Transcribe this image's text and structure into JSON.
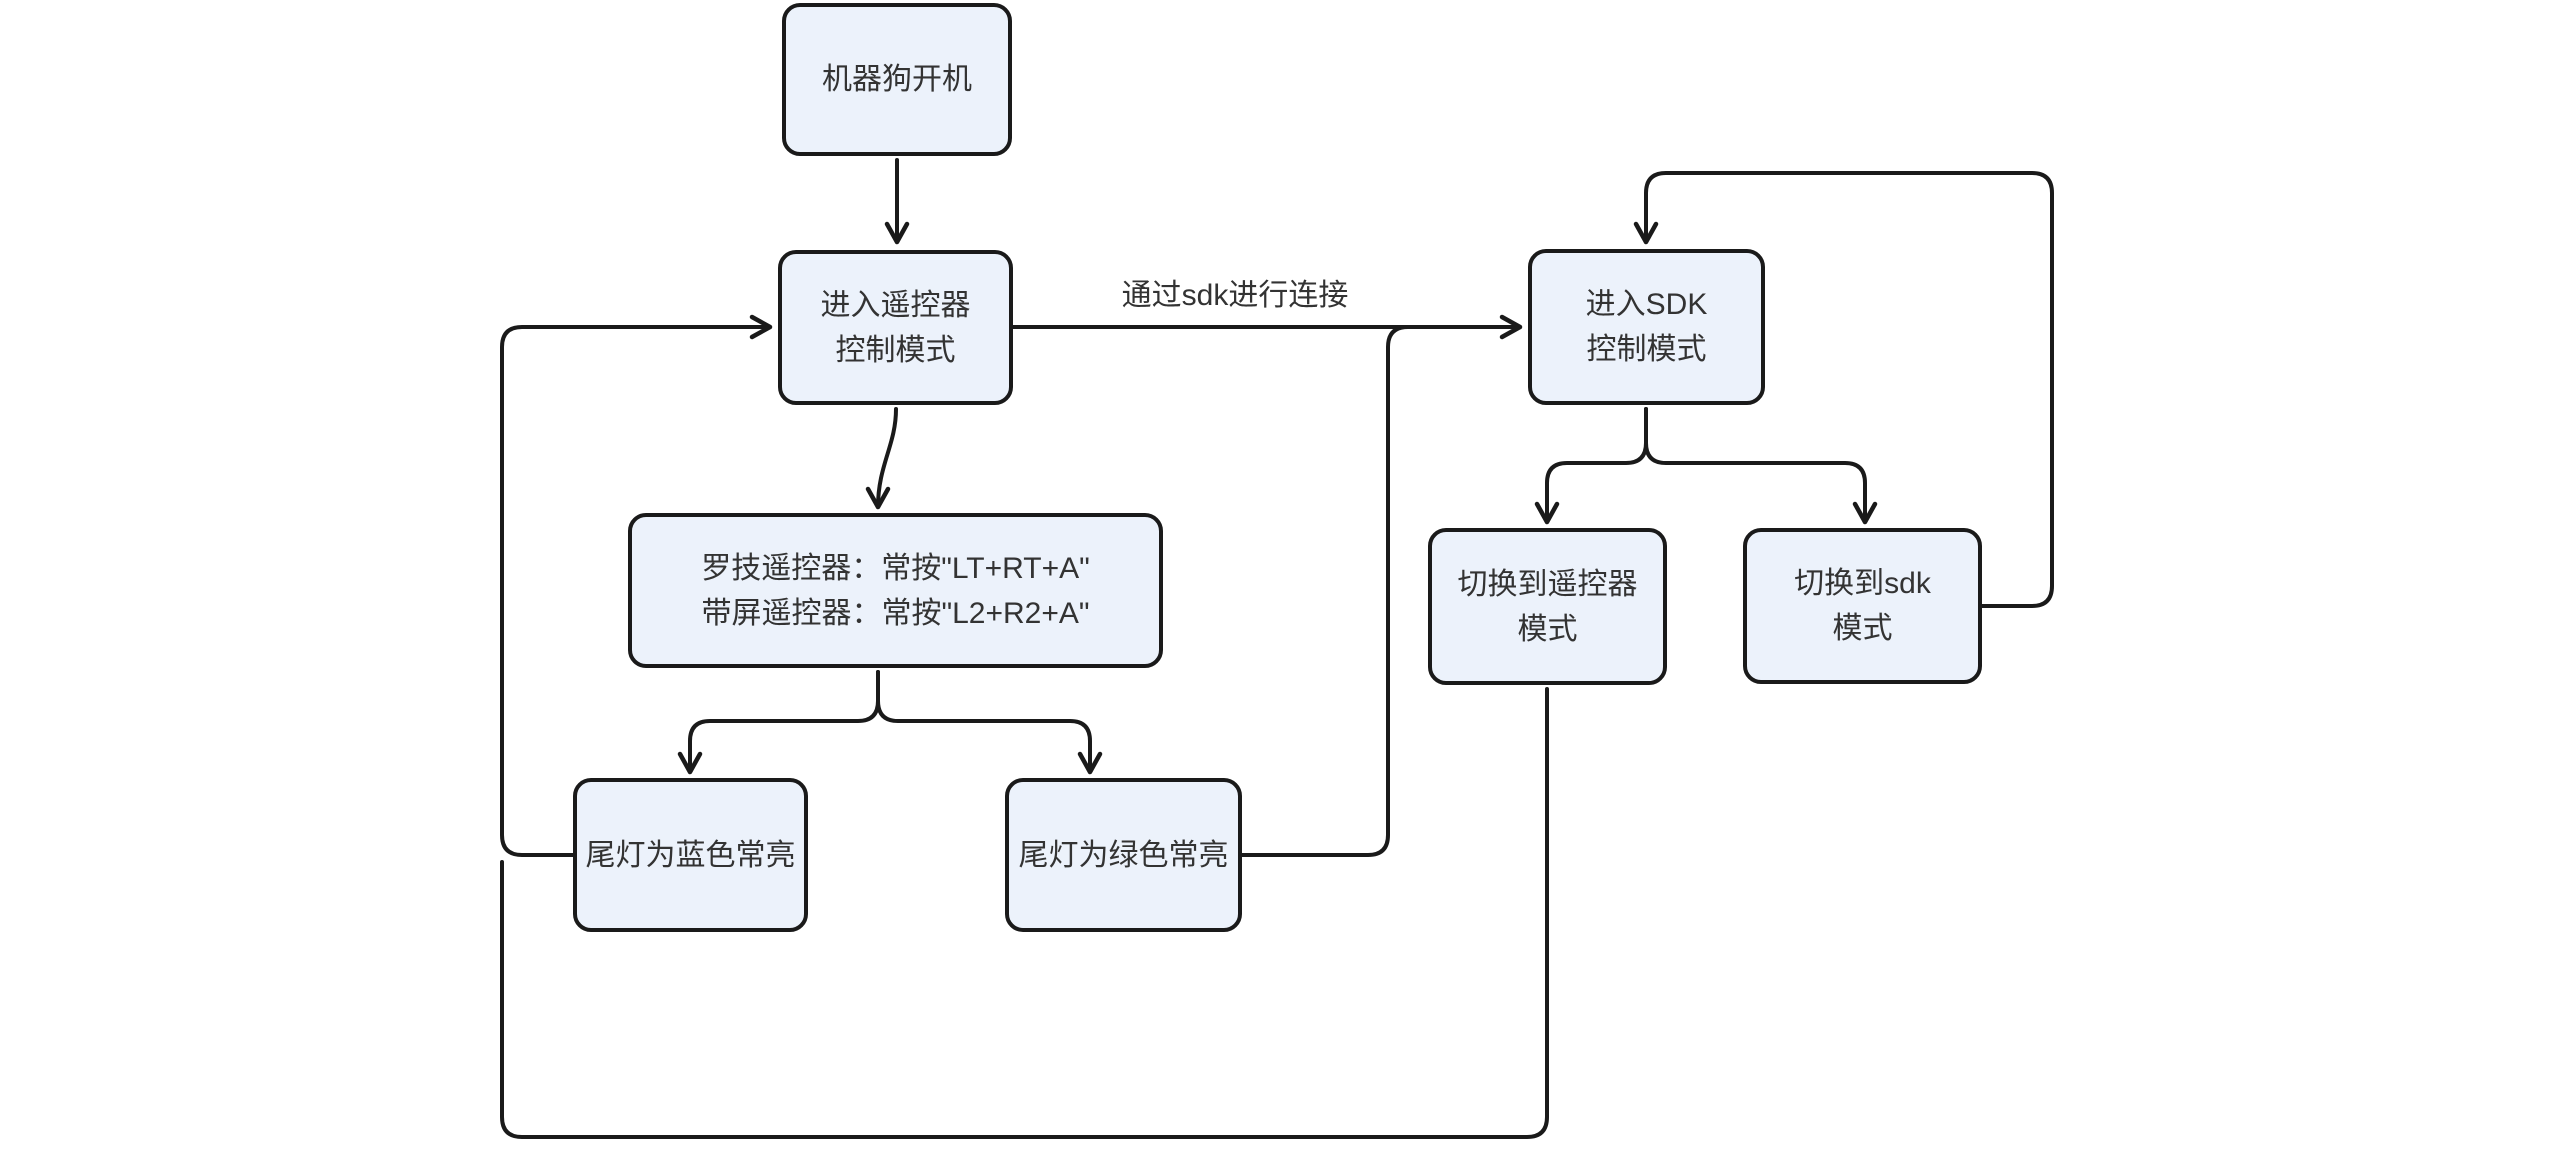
{
  "diagram": {
    "type": "flowchart",
    "background_color": "#ffffff",
    "node_fill_color": "#ecf2fb",
    "node_border_color": "#1a1a1a",
    "text_color": "#333333",
    "nodes": {
      "power_on": {
        "label": "机器狗开机"
      },
      "rc_mode": {
        "line1": "进入遥控器",
        "line2": "控制模式"
      },
      "sdk_mode": {
        "line1": "进入SDK",
        "line2": "控制模式"
      },
      "hold_buttons": {
        "line1": "罗技遥控器：常按\"LT+RT+A\"",
        "line2": "带屏遥控器：常按\"L2+R2+A\""
      },
      "blue_light": {
        "label": "尾灯为蓝色常亮"
      },
      "green_light": {
        "label": "尾灯为绿色常亮"
      },
      "switch_rc": {
        "line1": "切换到遥控器",
        "line2": "模式"
      },
      "switch_sdk": {
        "line1": "切换到sdk",
        "line2": "模式"
      }
    },
    "edge_labels": {
      "sdk_connect": "通过sdk进行连接"
    },
    "edges": [
      {
        "from": "power_on",
        "to": "rc_mode"
      },
      {
        "from": "rc_mode",
        "to": "sdk_mode",
        "label": "通过sdk进行连接"
      },
      {
        "from": "rc_mode",
        "to": "hold_buttons"
      },
      {
        "from": "hold_buttons",
        "to": "blue_light"
      },
      {
        "from": "hold_buttons",
        "to": "green_light"
      },
      {
        "from": "sdk_mode",
        "to": "switch_rc"
      },
      {
        "from": "sdk_mode",
        "to": "switch_sdk"
      },
      {
        "from": "blue_light",
        "to": "rc_mode"
      },
      {
        "from": "switch_rc",
        "to": "rc_mode"
      },
      {
        "from": "green_light",
        "to": "sdk_mode"
      },
      {
        "from": "switch_sdk",
        "to": "sdk_mode"
      }
    ]
  }
}
